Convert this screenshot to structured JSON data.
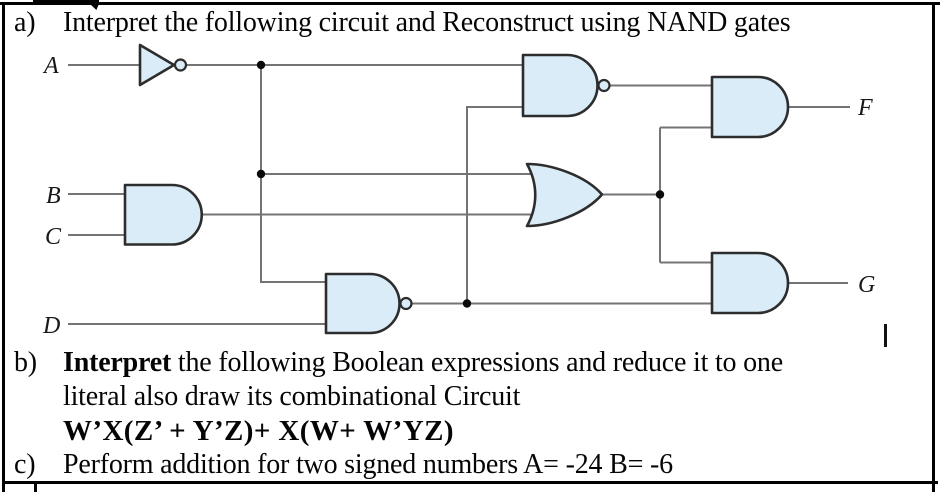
{
  "questions": {
    "a": {
      "label": "a)",
      "text": "Interpret the following circuit and Reconstruct using NAND gates"
    },
    "b": {
      "label": "b)",
      "bold_lead": "Interpret",
      "text_rest": " the following Boolean expressions and reduce it to one",
      "line2": "literal also draw its combinational Circuit",
      "expression": "W’X(Z’ + Y’Z)+ X(W+ W’YZ)"
    },
    "c": {
      "label": "c)",
      "text": "Perform addition for two signed numbers A= -24 B= -6"
    }
  },
  "circuit": {
    "labels": {
      "A": "A",
      "B": "B",
      "C": "C",
      "D": "D",
      "F": "F",
      "G": "G"
    },
    "inputs": [
      "A",
      "B",
      "C",
      "D"
    ],
    "outputs": [
      "F",
      "G"
    ],
    "gates": [
      {
        "id": "not1",
        "type": "NOT",
        "inputs": [
          "A"
        ]
      },
      {
        "id": "and1",
        "type": "AND",
        "inputs": [
          "B",
          "C"
        ]
      },
      {
        "id": "nand1",
        "type": "NAND",
        "inputs": [
          "not1.out",
          "nand2.out"
        ]
      },
      {
        "id": "or1",
        "type": "OR",
        "inputs": [
          "not1.out",
          "and1.out"
        ]
      },
      {
        "id": "nand2",
        "type": "NAND",
        "inputs": [
          "not1.out",
          "D"
        ]
      },
      {
        "id": "and2",
        "type": "AND",
        "inputs": [
          "nand1.out",
          "or1.out"
        ],
        "output": "F"
      },
      {
        "id": "and3",
        "type": "AND",
        "inputs": [
          "or1.out",
          "nand2.out"
        ],
        "output": "G"
      }
    ],
    "colors": {
      "gate_fill": "#d9ecf8",
      "gate_stroke": "#2d2d2d",
      "wire": "#747474",
      "dot": "#0b0b0b"
    }
  }
}
